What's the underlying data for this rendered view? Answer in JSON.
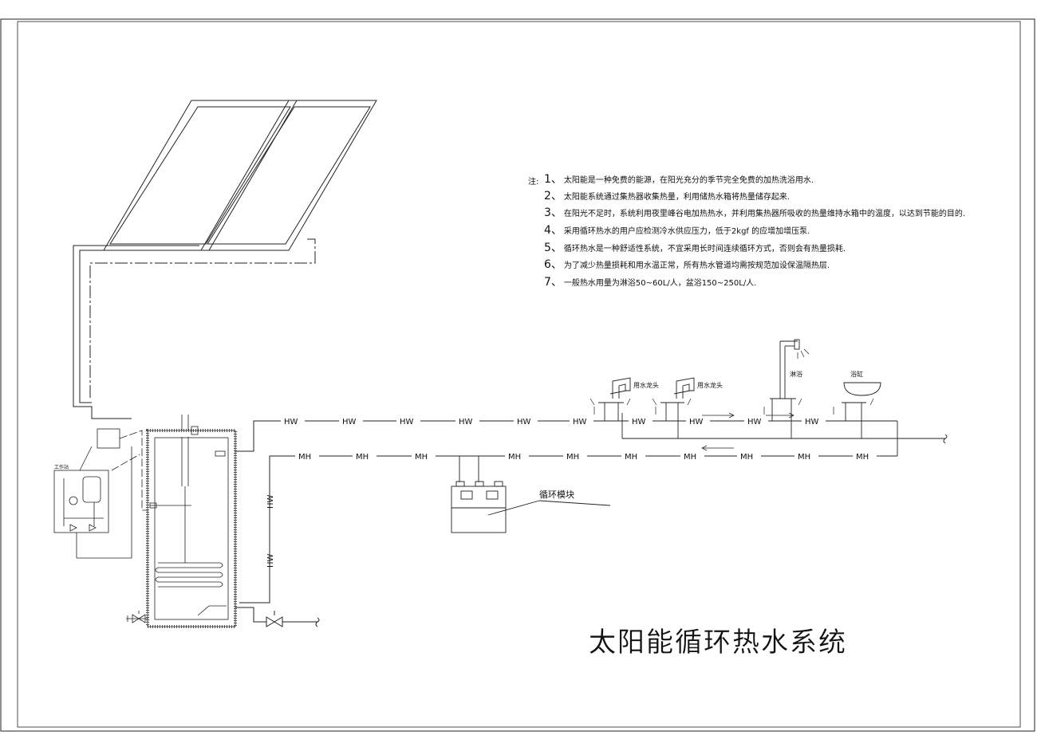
{
  "notes": {
    "prefix": "注:",
    "items": [
      {
        "num": "1、",
        "text": "太阳能是一种免费的能源，在阳光充分的季节完全免费的加热洗浴用水."
      },
      {
        "num": "2、",
        "text": "太阳能系统通过集热器收集热量，利用储热水箱将热量储存起来."
      },
      {
        "num": "3、",
        "text": "在阳光不足时，系统利用夜里峰谷电加热热水，并利用集热器所吸收的热量维持水箱中的温度，以达到节能的目的."
      },
      {
        "num": "4、",
        "text": "采用循环热水的用户应检测冷水供应压力，低于2kgf 的应增加增压泵."
      },
      {
        "num": "5、",
        "text": "循环热水是一种舒适性系统，不宜采用长时间连续循环方式，否则会有热量损耗."
      },
      {
        "num": "6、",
        "text": "为了减少热量损耗和用水温正常，所有热水管道均需按规范加设保温隔热层."
      },
      {
        "num": "7、",
        "text": "一般热水用量为淋浴50~60L/人，盆浴150~250L/人."
      }
    ]
  },
  "title": "太阳能循环热水系统",
  "labels": {
    "station": "工作站",
    "module": "循环模块",
    "faucet1": "用水龙头",
    "faucet2": "用水龙头",
    "shower": "淋浴",
    "bathtub": "浴缸",
    "hw": "HW",
    "mh": "MH"
  }
}
